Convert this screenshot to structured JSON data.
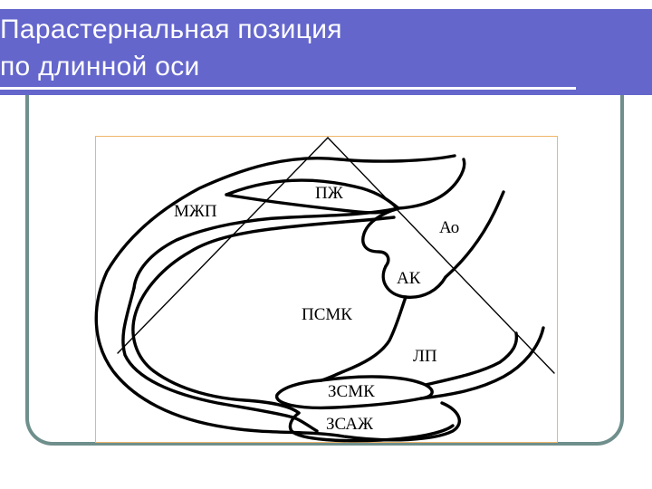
{
  "slide": {
    "title_line1": "Парастернальная позиция",
    "title_line2": "по длинной оси",
    "colors": {
      "title_bar": "#6466cc",
      "title_text": "#ffffff",
      "frame_border": "#6f8f8c",
      "figure_border": "#f0b56a"
    }
  },
  "diagram": {
    "labels": {
      "rv": "ПЖ",
      "ivs": "МЖП",
      "aorta": "Ао",
      "aortic_valve": "АК",
      "anterior_mitral": "ПСМК",
      "left_atrium": "ЛП",
      "posterior_mitral": "ЗСМК",
      "posterior_wall": "ЗСАЖ"
    }
  }
}
